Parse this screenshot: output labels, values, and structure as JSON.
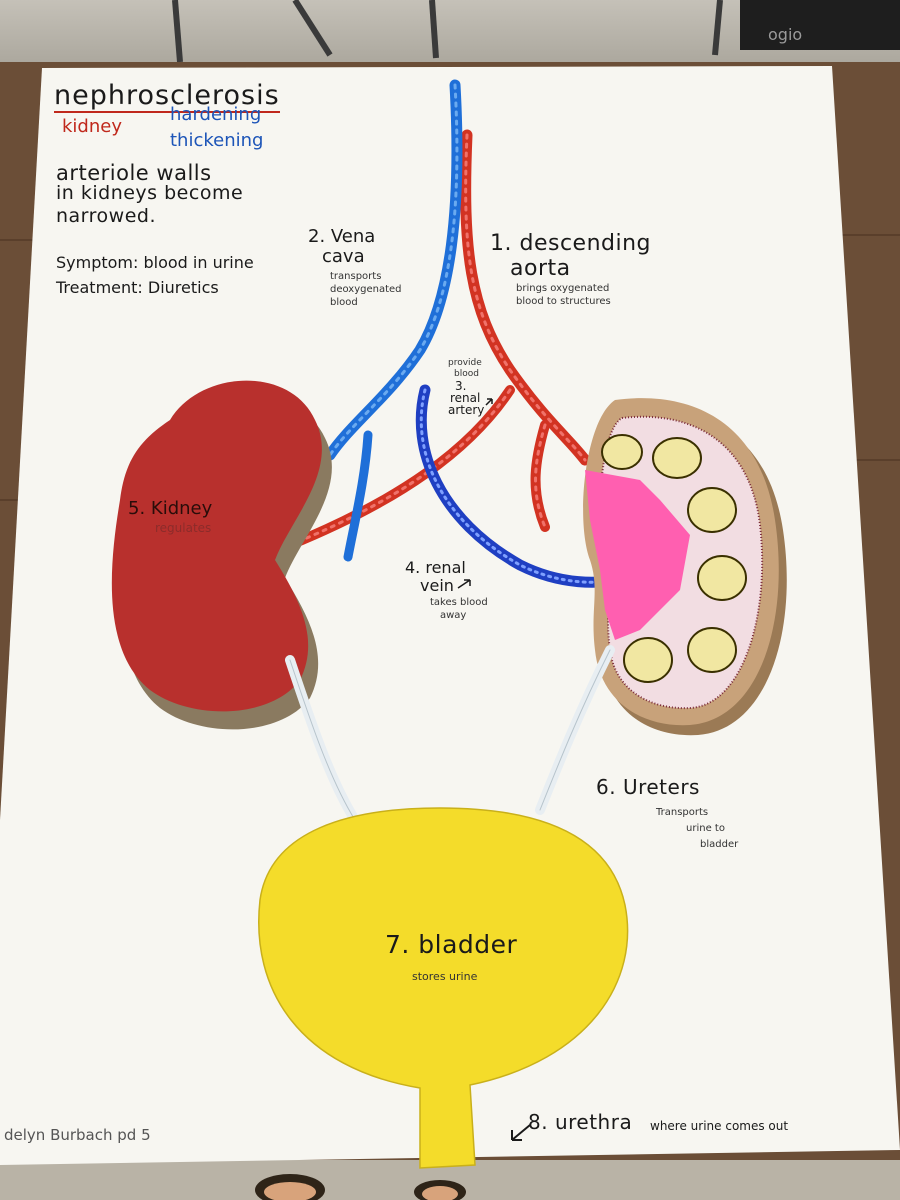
{
  "title": {
    "word": "nephrosclerosis",
    "part1": "kidney",
    "part2_line1": "hardening",
    "part2_line2": "thickening"
  },
  "description": {
    "line1": "arteriole walls",
    "line2": "in kidneys become",
    "line3": "narrowed."
  },
  "symptom": "Symptom: blood in urine",
  "treatment": "Treatment: Diuretics",
  "labels": {
    "vena_cava": {
      "number": "2. Vena",
      "name": "cava",
      "desc1": "transports",
      "desc2": "deoxygenated",
      "desc3": "blood"
    },
    "aorta": {
      "number": "1. descending",
      "name": "aorta",
      "desc1": "brings oxygenated",
      "desc2": "blood to structures"
    },
    "renal_artery": {
      "desc1": "provide",
      "desc2": "blood",
      "number": "3.",
      "name1": "renal",
      "name2": "artery"
    },
    "kidney": {
      "name": "5. Kidney",
      "desc": "regulates"
    },
    "renal_vein": {
      "name1": "4. renal",
      "name2": "vein",
      "desc1": "takes blood",
      "desc2": "away"
    },
    "ureters": {
      "name": "6. Ureters",
      "desc1": "Transports",
      "desc2": "urine to",
      "desc3": "bladder"
    },
    "bladder": {
      "name": "7. bladder",
      "desc": "stores urine"
    },
    "urethra": {
      "name": "8. urethra",
      "desc": "where urine comes out"
    }
  },
  "author": "delyn Burbach pd 5",
  "brand_text": "ogio",
  "colors": {
    "poster": "#f7f6f1",
    "artery": "#d23322",
    "vein": "#1f4fc7",
    "kidney": "#b8302d",
    "bladder": "#f4dc2a",
    "pink": "#ff5fb0"
  }
}
